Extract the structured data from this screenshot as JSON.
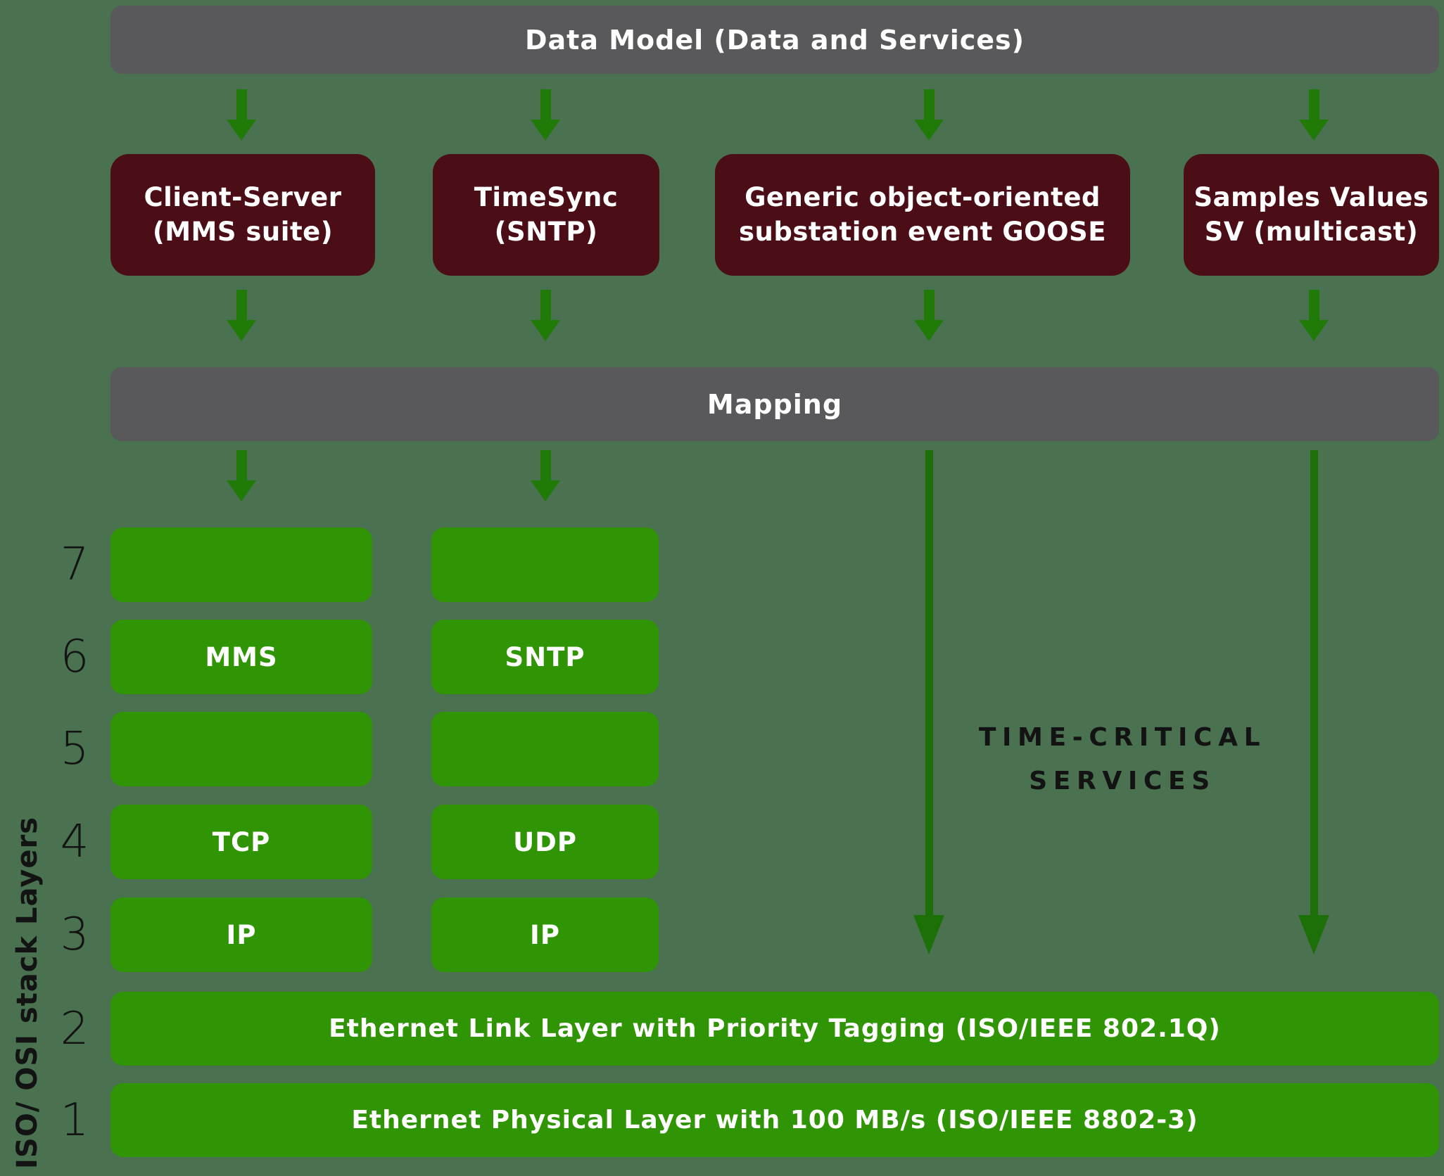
{
  "colors": {
    "bg": "#4a7150",
    "grayBar": "#59595b",
    "maroon": "#4b0d16",
    "green": "#309504",
    "arrow": "#1f7a07",
    "arrowLong": "#1d7008",
    "ink": "#131313",
    "white": "#ffffff"
  },
  "top_bar": {
    "label": "Data Model (Data and Services)"
  },
  "mapping_bar": {
    "label": "Mapping"
  },
  "protocol_boxes": [
    {
      "line1": "Client-Server",
      "line2": "(MMS suite)"
    },
    {
      "line1": "TimeSync",
      "line2": "(SNTP)"
    },
    {
      "line1": "Generic object-oriented",
      "line2": "substation event GOOSE"
    },
    {
      "line1": "Samples Values",
      "line2": "SV (multicast)"
    }
  ],
  "osi": {
    "axis_label": "ISO/ OSI stack Layers",
    "rows": [
      {
        "num": "7",
        "a": "",
        "b": ""
      },
      {
        "num": "6",
        "a": "MMS",
        "b": "SNTP"
      },
      {
        "num": "5",
        "a": "",
        "b": ""
      },
      {
        "num": "4",
        "a": "TCP",
        "b": "UDP"
      },
      {
        "num": "3",
        "a": "IP",
        "b": "IP"
      }
    ],
    "wide_bars": [
      {
        "num": "2",
        "label": "Ethernet Link Layer with Priority Tagging (ISO/IEEE 802.1Q)"
      },
      {
        "num": "1",
        "label": "Ethernet Physical Layer with 100 MB/s (ISO/IEEE 8802-3)"
      }
    ]
  },
  "annotations": {
    "time_critical_line1": "TIME-CRITICAL",
    "time_critical_line2": "SERVICES"
  }
}
